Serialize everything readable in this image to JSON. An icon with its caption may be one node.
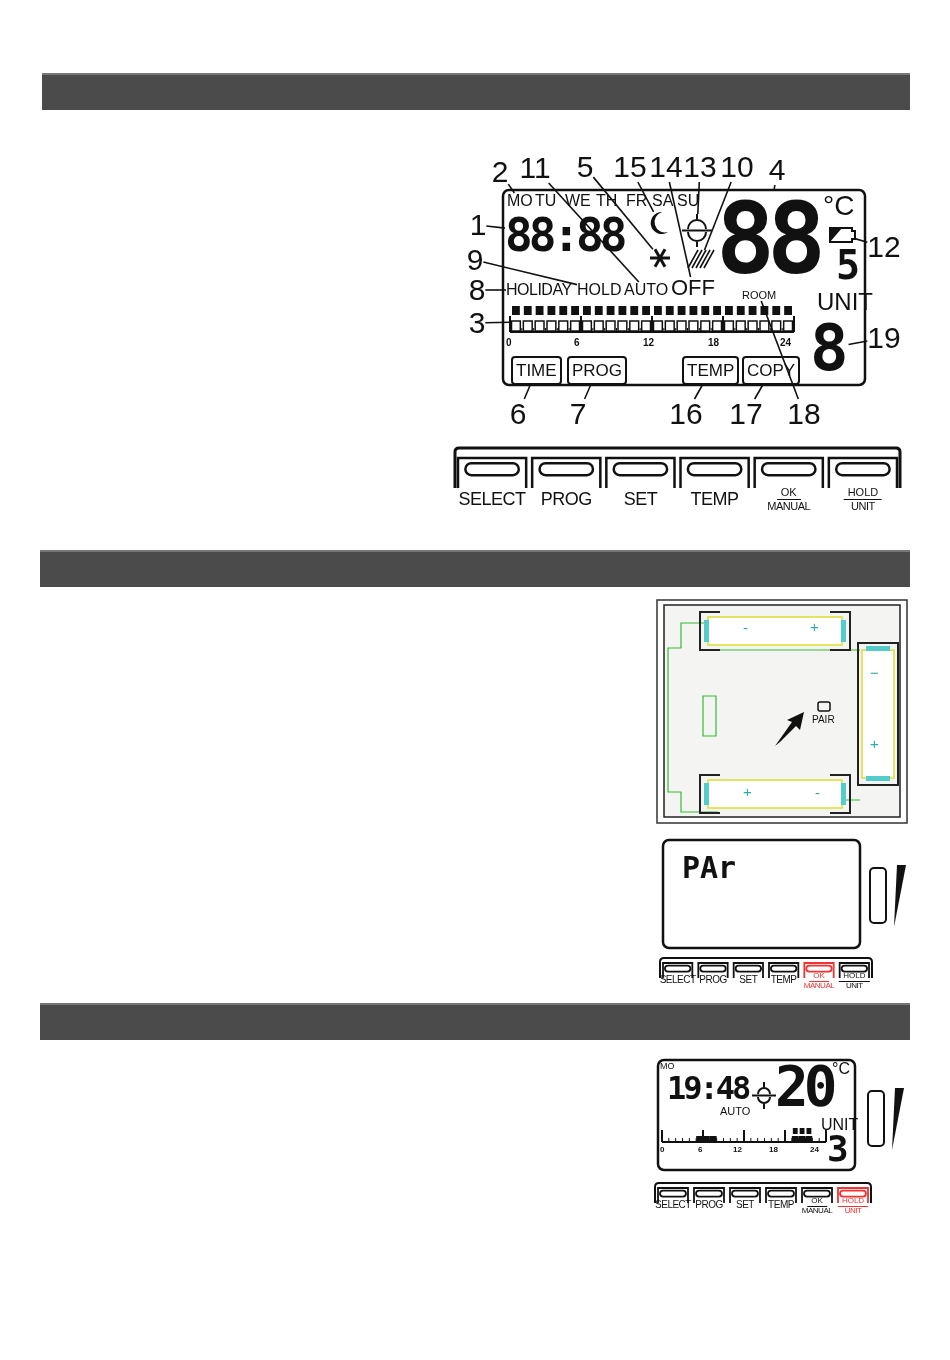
{
  "diagram": {
    "nodes": [
      {
        "text": [
          "1"
        ]
      },
      {
        "text": [
          "2"
        ]
      },
      {
        "text": [
          "3"
        ]
      },
      {
        "text": [
          "4"
        ]
      },
      {
        "text": [
          "5"
        ]
      },
      {
        "text": [
          "6"
        ]
      },
      {
        "text": [
          "7"
        ]
      },
      {
        "text": [
          "8"
        ]
      },
      {
        "text": [
          "9"
        ]
      },
      {
        "text": [
          "10"
        ]
      },
      {
        "text": [
          "11"
        ]
      },
      {
        "text": [
          "12"
        ]
      },
      {
        "text": [
          "13"
        ]
      },
      {
        "text": [
          "14"
        ]
      },
      {
        "text": [
          "15"
        ]
      },
      {
        "text": [
          "16"
        ]
      },
      {
        "text": [
          "17"
        ]
      },
      {
        "text": [
          "18"
        ]
      },
      {
        "text": [
          "19"
        ]
      },
      {
        "text": [
          "88:88"
        ]
      },
      {
        "text": [
          "MO"
        ]
      },
      {
        "text": [],
        "shape": "bar"
      },
      {
        "text": [
          "88"
        ]
      },
      {
        "text": [],
        "shape": "snowflake"
      },
      {
        "text": [
          "TIME"
        ]
      },
      {
        "text": [
          "PROG"
        ]
      },
      {
        "text": [
          "HOLIDAY"
        ]
      },
      {
        "text": [
          "HOLD"
        ]
      },
      {
        "text": [],
        "shape": "lines"
      },
      {
        "text": [
          "AUTO"
        ]
      },
      {
        "text": [],
        "shape": "battery"
      },
      {
        "text": [],
        "shape": "sun"
      },
      {
        "text": [
          "OFF"
        ]
      },
      {
        "text": [],
        "shape": "moon"
      },
      {
        "text": [
          "TEMP"
        ]
      },
      {
        "text": [
          "COPY"
        ]
      },
      {
        "text": [
          "ROOM"
        ]
      },
      {
        "text": [
          "8"
        ]
      }
    ],
    "edges": [
      {
        "from": 0,
        "to": 19,
        "arrow": "none"
      },
      {
        "from": 1,
        "to": 20,
        "arrow": "none"
      },
      {
        "from": 2,
        "to": 21,
        "arrow": "none"
      },
      {
        "from": 3,
        "to": 22,
        "arrow": "none"
      },
      {
        "from": 4,
        "to": 23,
        "arrow": "none"
      },
      {
        "from": 5,
        "to": 24,
        "arrow": "none"
      },
      {
        "from": 6,
        "to": 25,
        "arrow": "none"
      },
      {
        "from": 7,
        "to": 26,
        "arrow": "none"
      },
      {
        "from": 8,
        "to": 27,
        "arrow": "none"
      },
      {
        "from": 9,
        "to": 28,
        "arrow": "none"
      },
      {
        "from": 10,
        "to": 29,
        "arrow": "none"
      },
      {
        "from": 11,
        "to": 30,
        "arrow": "none"
      },
      {
        "from": 12,
        "to": 31,
        "arrow": "none"
      },
      {
        "from": 13,
        "to": 32,
        "arrow": "none"
      },
      {
        "from": 14,
        "to": 33,
        "arrow": "none"
      },
      {
        "from": 15,
        "to": 34,
        "arrow": "none"
      },
      {
        "from": 16,
        "to": 35,
        "arrow": "none"
      },
      {
        "from": 17,
        "to": 36,
        "arrow": "none"
      },
      {
        "from": 18,
        "to": 37,
        "arrow": "none"
      }
    ],
    "labels": [
      "TU",
      "WE",
      "TH",
      "FR",
      "SA",
      "SU",
      "°C",
      "5",
      "UNIT",
      "0",
      "6",
      "12",
      "18",
      "24",
      "SELECT",
      "PROG",
      "SET",
      "TEMP",
      "OK",
      "MANUAL",
      "HOLD",
      "UNIT",
      "-",
      "+",
      "−",
      "+",
      "+",
      "-",
      "PAIR",
      "PAr",
      "SELECT",
      "PROG",
      "SET",
      "TEMP",
      "OK",
      "MANUAL",
      "HOLD",
      "UNIT",
      "MO",
      "19:48",
      "AUTO",
      "20",
      "°C",
      "UNIT",
      "3",
      "0",
      "6",
      "12",
      "18",
      "24",
      "SELECT",
      "PROG",
      "SET",
      "TEMP",
      "OK",
      "MANUAL",
      "HOLD",
      "UNIT"
    ]
  }
}
